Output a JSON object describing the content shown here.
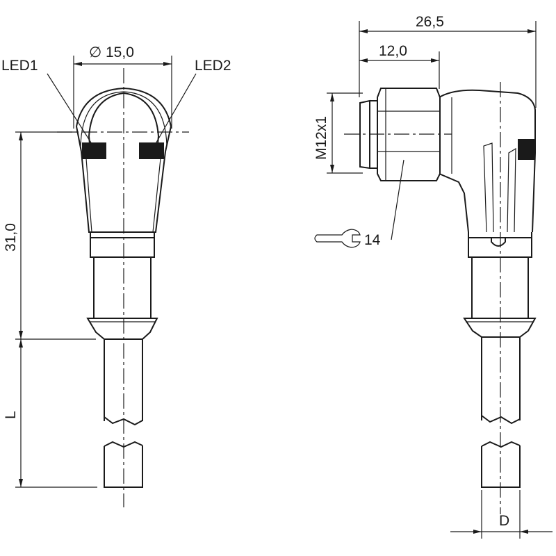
{
  "labels": {
    "led1": "LED1",
    "led2": "LED2",
    "diameter_symbol": "∅",
    "diameter": "15,0",
    "height": "31,0",
    "length": "L",
    "width_total": "26,5",
    "width_part": "12,0",
    "thread": "M12x1",
    "wrench_size": "14",
    "cable_diameter": "D"
  },
  "icons": {
    "wrench": "wrench-icon",
    "arrow": "dimension-arrowhead"
  },
  "colors": {
    "line": "#1a1a1a",
    "background": "#ffffff"
  }
}
